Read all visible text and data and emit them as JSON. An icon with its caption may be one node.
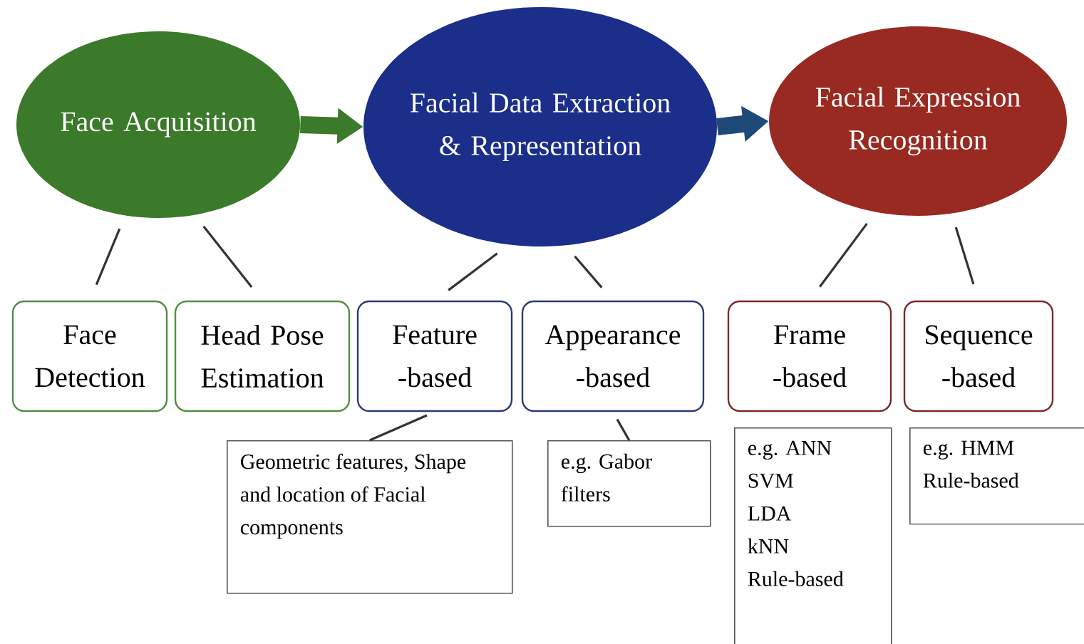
{
  "diagram": {
    "nodes": [
      {
        "text": [
          "Face Acquisition"
        ]
      },
      {
        "text": [
          "Facial Data Extraction & Representation"
        ]
      },
      {
        "text": [
          "Facial Expression Recognition"
        ]
      },
      {
        "text": [
          "Face Detection"
        ]
      },
      {
        "text": [
          "Head Pose Estimation"
        ]
      },
      {
        "text": [
          "Feature -based"
        ]
      },
      {
        "text": [
          "Appearance -based"
        ]
      },
      {
        "text": [
          "Frame -based"
        ]
      },
      {
        "text": [
          "Sequence -based"
        ]
      },
      {
        "text": [
          "Geometric features, Shape and location of Facial components"
        ]
      },
      {
        "text": [
          "e.g. Gabor filters"
        ]
      },
      {
        "text": [
          "e.g. ANN SVM LDA kNN Rule-based"
        ]
      },
      {
        "text": [
          "e.g. HMM Rule-based"
        ]
      }
    ],
    "edges": [
      {
        "from": 0,
        "to": 1,
        "arrow": "to",
        "style": "thick",
        "color": "#3a7a2a"
      },
      {
        "from": 1,
        "to": 2,
        "arrow": "to",
        "style": "thick",
        "color": "#1f4a78"
      },
      {
        "from": 0,
        "to": 3,
        "arrow": "none"
      },
      {
        "from": 0,
        "to": 4,
        "arrow": "none"
      },
      {
        "from": 1,
        "to": 5,
        "arrow": "none"
      },
      {
        "from": 1,
        "to": 6,
        "arrow": "none"
      },
      {
        "from": 2,
        "to": 7,
        "arrow": "none"
      },
      {
        "from": 2,
        "to": 8,
        "arrow": "none"
      },
      {
        "from": 5,
        "to": 9,
        "arrow": "none"
      },
      {
        "from": 6,
        "to": 10,
        "arrow": "none"
      }
    ]
  }
}
